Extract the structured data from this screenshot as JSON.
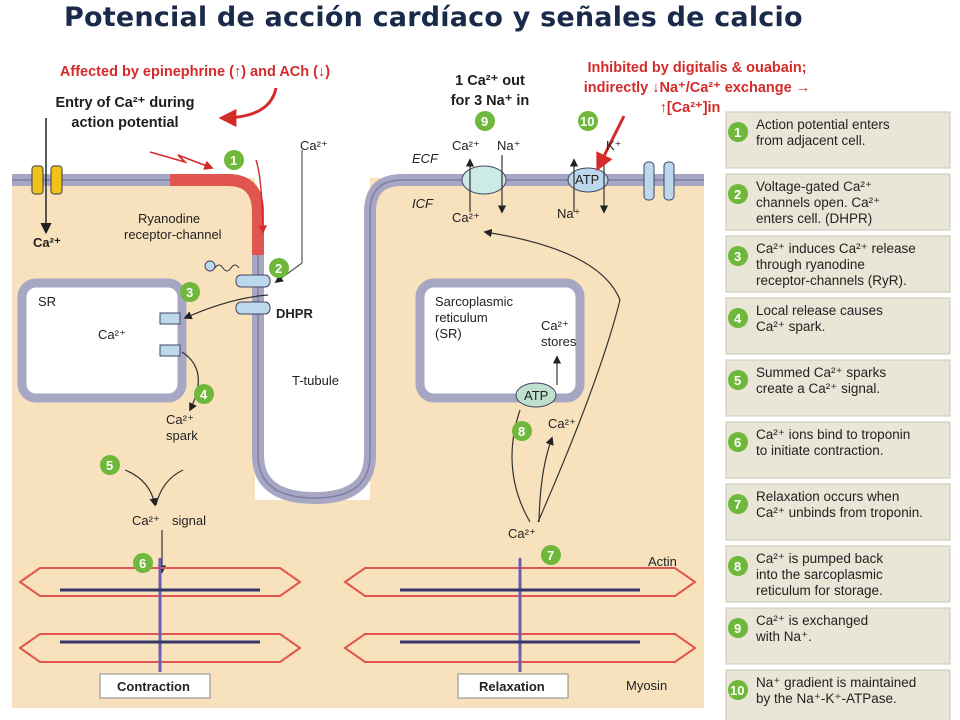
{
  "title": "Potencial de acción cardíaco y señales de calcio",
  "annotations": {
    "epinephrine": "Affected by epinephrine (↑) and ACh (↓)",
    "entry_line1": "Entry of Ca²⁺ during",
    "entry_line2": "action potential",
    "exchange_line1": "1 Ca²⁺ out",
    "exchange_line2": "for 3 Na⁺ in",
    "digitalis_line1": "Inhibited by digitalis & ouabain;",
    "digitalis_line2": "indirectly ↓Na⁺/Ca²⁺ exchange →",
    "digitalis_line3": "↑[Ca²⁺]in",
    "ca_left": "Ca²⁺",
    "dhpr_label": "DHPR"
  },
  "diagram_labels": {
    "ecf": "ECF",
    "icf": "ICF",
    "ca2": "Ca²⁺",
    "na": "Na⁺",
    "k": "K⁺",
    "atp": "ATP",
    "ryanodine_1": "Ryanodine",
    "ryanodine_2": "receptor-channel",
    "sr": "SR",
    "sarco_1": "Sarcoplasmic",
    "sarco_2": "reticulum",
    "sarco_3": "(SR)",
    "stores": "stores",
    "spark": "spark",
    "signal": "signal",
    "ttubule": "T-tubule",
    "actin": "Actin",
    "myosin": "Myosin",
    "contraction": "Contraction",
    "relaxation": "Relaxation"
  },
  "steps": [
    {
      "num": "1",
      "lines": [
        "Action potential enters",
        "from adjacent cell."
      ]
    },
    {
      "num": "2",
      "lines": [
        "Voltage-gated Ca²⁺",
        "channels open. Ca²⁺",
        "enters cell. (DHPR)"
      ]
    },
    {
      "num": "3",
      "lines": [
        "Ca²⁺ induces Ca²⁺ release",
        "through ryanodine",
        "receptor-channels (RyR)."
      ]
    },
    {
      "num": "4",
      "lines": [
        "Local release causes",
        "Ca²⁺ spark."
      ]
    },
    {
      "num": "5",
      "lines": [
        "Summed Ca²⁺ sparks",
        "create a Ca²⁺ signal."
      ]
    },
    {
      "num": "6",
      "lines": [
        "Ca²⁺ ions bind to troponin",
        "to initiate contraction."
      ]
    },
    {
      "num": "7",
      "lines": [
        "Relaxation occurs when",
        "Ca²⁺ unbinds from troponin."
      ]
    },
    {
      "num": "8",
      "lines": [
        "Ca²⁺ is pumped back",
        "into the sarcoplasmic",
        "reticulum for storage."
      ]
    },
    {
      "num": "9",
      "lines": [
        "Ca²⁺ is exchanged",
        "with Na⁺."
      ]
    },
    {
      "num": "10",
      "lines": [
        "Na⁺ gradient is maintained",
        "by the Na⁺-K⁺-ATPase."
      ]
    }
  ],
  "colors": {
    "cytoplasm": "#f7e2bd",
    "membrane": "#a7a6c3",
    "step_green": "#6fb83c",
    "red": "#d42a2a",
    "channel_blue": "#bcd8ec"
  }
}
